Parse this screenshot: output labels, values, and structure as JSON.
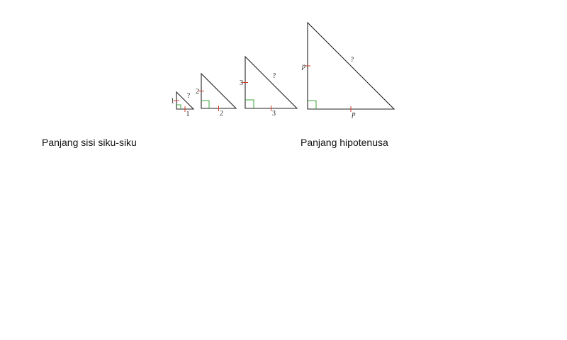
{
  "captions": {
    "legs": "Panjang sisi siku-siku",
    "hypotenuse": "Panjang hipotenusa"
  },
  "triangles": [
    {
      "leg_vertical": "1",
      "leg_horizontal": "1",
      "hypotenuse": "?",
      "italic": false
    },
    {
      "leg_vertical": "2",
      "leg_horizontal": "2",
      "hypotenuse": "",
      "italic": false
    },
    {
      "leg_vertical": "3",
      "leg_horizontal": "3",
      "hypotenuse": "?",
      "italic": false
    },
    {
      "leg_vertical": "p",
      "leg_horizontal": "p",
      "hypotenuse": "?",
      "italic": true
    }
  ],
  "colors": {
    "outline": "#222222",
    "right_angle_marker": "#3aa63a",
    "equal_tick": "#d43a2a"
  }
}
